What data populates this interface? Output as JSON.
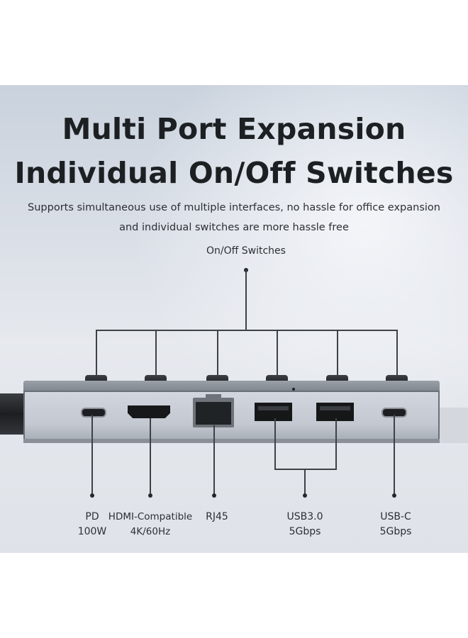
{
  "header": {
    "title_line1": "Multi Port Expansion",
    "title_line2": "Individual On/Off Switches",
    "subtitle_line1": "Supports simultaneous use of multiple interfaces, no hassle for office expansion",
    "subtitle_line2": "and individual switches are more hassle free"
  },
  "callouts": {
    "switches_label": "On/Off Switches"
  },
  "ports": [
    {
      "line1": "PD",
      "line2": "100W",
      "icon": "usb-c-port"
    },
    {
      "line1": "HDMI-Compatible",
      "line2": "4K/60Hz",
      "icon": "hdmi-port"
    },
    {
      "line1": "RJ45",
      "line2": "",
      "icon": "ethernet-port"
    },
    {
      "line1": "USB3.0",
      "line2": "5Gbps",
      "icon": "usb-a-port"
    },
    {
      "line1": "USB-C",
      "line2": "5Gbps",
      "icon": "usb-c-port"
    }
  ],
  "colors": {
    "text": "#1d2023",
    "background_panel": "#dfe3e9",
    "hub_body": "#c3c8d0",
    "switch": "#1c1e20"
  }
}
